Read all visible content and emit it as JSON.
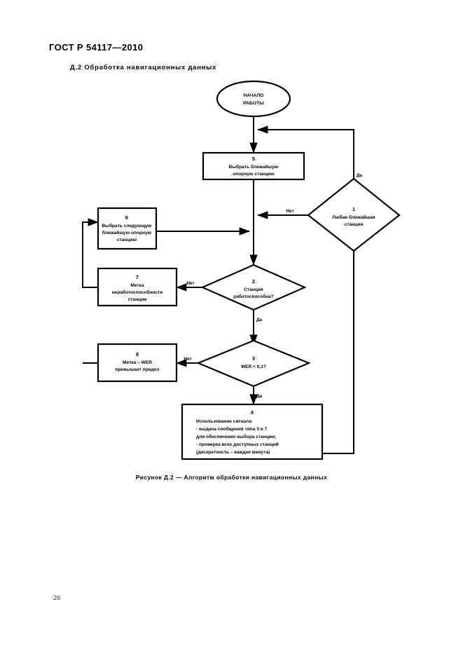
{
  "document": {
    "standard_header": "ГОСТ Р 54117—2010",
    "clause_title": "Д.2  Обработка навигационных данных",
    "figure_caption": "Рисунок Д.2 — Алгоритм обработки навигационных данных",
    "page_number": "26"
  },
  "flowchart": {
    "start": {
      "shape": "ellipse",
      "line1": "НАЧАЛО",
      "line2": "РАБОТЫ"
    },
    "nodes": [
      {
        "id": "5",
        "shape": "process",
        "number": "5",
        "lines": [
          "Выбрать ближайшую",
          "опорную станцию"
        ]
      },
      {
        "id": "1",
        "shape": "decision",
        "number": "1",
        "lines": [
          "Любая ближайшая",
          "станция"
        ]
      },
      {
        "id": "6",
        "shape": "process",
        "number": "6",
        "lines": [
          "Выбрать следующую",
          "ближайшую опорную",
          "станцию"
        ]
      },
      {
        "id": "7",
        "shape": "process",
        "number": "7",
        "lines": [
          "Метка",
          "неработоспособности",
          "станции"
        ]
      },
      {
        "id": "2",
        "shape": "decision",
        "number": "2",
        "lines": [
          "Станция",
          "работоспособна?"
        ]
      },
      {
        "id": "8",
        "shape": "process",
        "number": "8",
        "lines": [
          "Метка – WER",
          "превышает предел"
        ]
      },
      {
        "id": "3",
        "shape": "decision",
        "number": "3",
        "lines": [
          "WER < 0,1?"
        ]
      },
      {
        "id": "4",
        "shape": "process",
        "number": "4",
        "lines": [
          "Использование сигнала:",
          "- выдача сообщения типа 3 и 7",
          "  для обеспечения выбора станции;",
          "- проверка всех доступных станций",
          "  (дискретность – каждая минута)"
        ]
      }
    ],
    "edge_labels": {
      "d1_yes": "Да",
      "d1_no": "Нет",
      "d2_yes": "Да",
      "d2_no": "Нет",
      "d3_yes": "Да",
      "d3_no": "Нет"
    },
    "colors": {
      "stroke": "#000000",
      "fill": "#ffffff",
      "text": "#000000"
    }
  }
}
